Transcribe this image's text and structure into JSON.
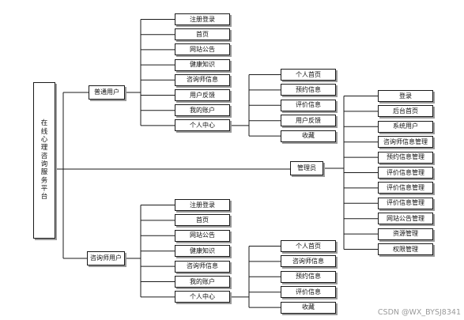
{
  "root": {
    "label": "在线心理咨询服务平台"
  },
  "branches": {
    "user": {
      "label": "普通用户",
      "items": [
        "注册登录",
        "首页",
        "网站公告",
        "健康知识",
        "咨询师信息",
        "用户反馈",
        "我的账户",
        "个人中心"
      ],
      "center_items": [
        "个人首页",
        "预约信息",
        "评价信息",
        "用户反馈",
        "收藏"
      ]
    },
    "admin": {
      "label": "管理员",
      "items": [
        "登录",
        "后台首页",
        "系统用户",
        "咨询师信息管理",
        "预约信息管理",
        "评价信息管理",
        "评价信息管理",
        "评价信息管理",
        "网站公告管理",
        "资源管理",
        "权限管理"
      ]
    },
    "counselor": {
      "label": "咨询师用户",
      "items": [
        "注册登录",
        "首页",
        "网站公告",
        "健康知识",
        "咨询师信息",
        "我的账户",
        "个人中心"
      ],
      "center_items": [
        "个人首页",
        "咨询师信息",
        "预约信息",
        "评价信息",
        "收藏"
      ]
    }
  },
  "watermark": "CSDN @WX_BYSJ8341"
}
